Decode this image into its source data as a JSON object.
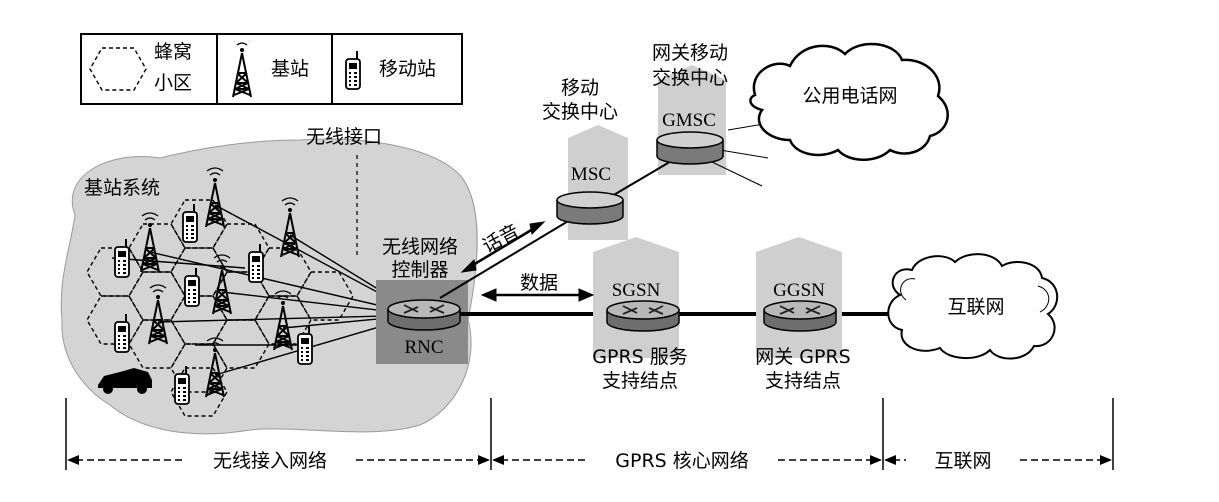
{
  "legend": {
    "cell_label_line1": "蜂窝",
    "cell_label_line2": "小区",
    "base_station_label": "基站",
    "mobile_station_label": "移动站"
  },
  "air_interface_label": "无线接口",
  "base_station_system_label": "基站系统",
  "rnc": {
    "title_line1": "无线网络",
    "title_line2": "控制器",
    "abbr": "RNC"
  },
  "voice_label": "话音",
  "data_label": "数据",
  "msc": {
    "title_line1": "移动",
    "title_line2": "交换中心",
    "abbr": "MSC"
  },
  "gmsc": {
    "title_line1": "网关移动",
    "title_line2": "交换中心",
    "abbr": "GMSC"
  },
  "pstn_label": "公用电话网",
  "sgsn": {
    "abbr": "SGSN",
    "desc_line1": "GPRS 服务",
    "desc_line2": "支持结点"
  },
  "ggsn": {
    "abbr": "GGSN",
    "desc_line1": "网关 GPRS",
    "desc_line2": "支持结点"
  },
  "internet_label": "互联网",
  "segments": {
    "radio_access": "无线接入网络",
    "gprs_core": "GPRS 核心网络",
    "internet": "互联网"
  },
  "colors": {
    "region_fill": "#d4d4d4",
    "arrow_fill": "#cfcfcf",
    "rnc_fill": "#8a8a8a"
  }
}
